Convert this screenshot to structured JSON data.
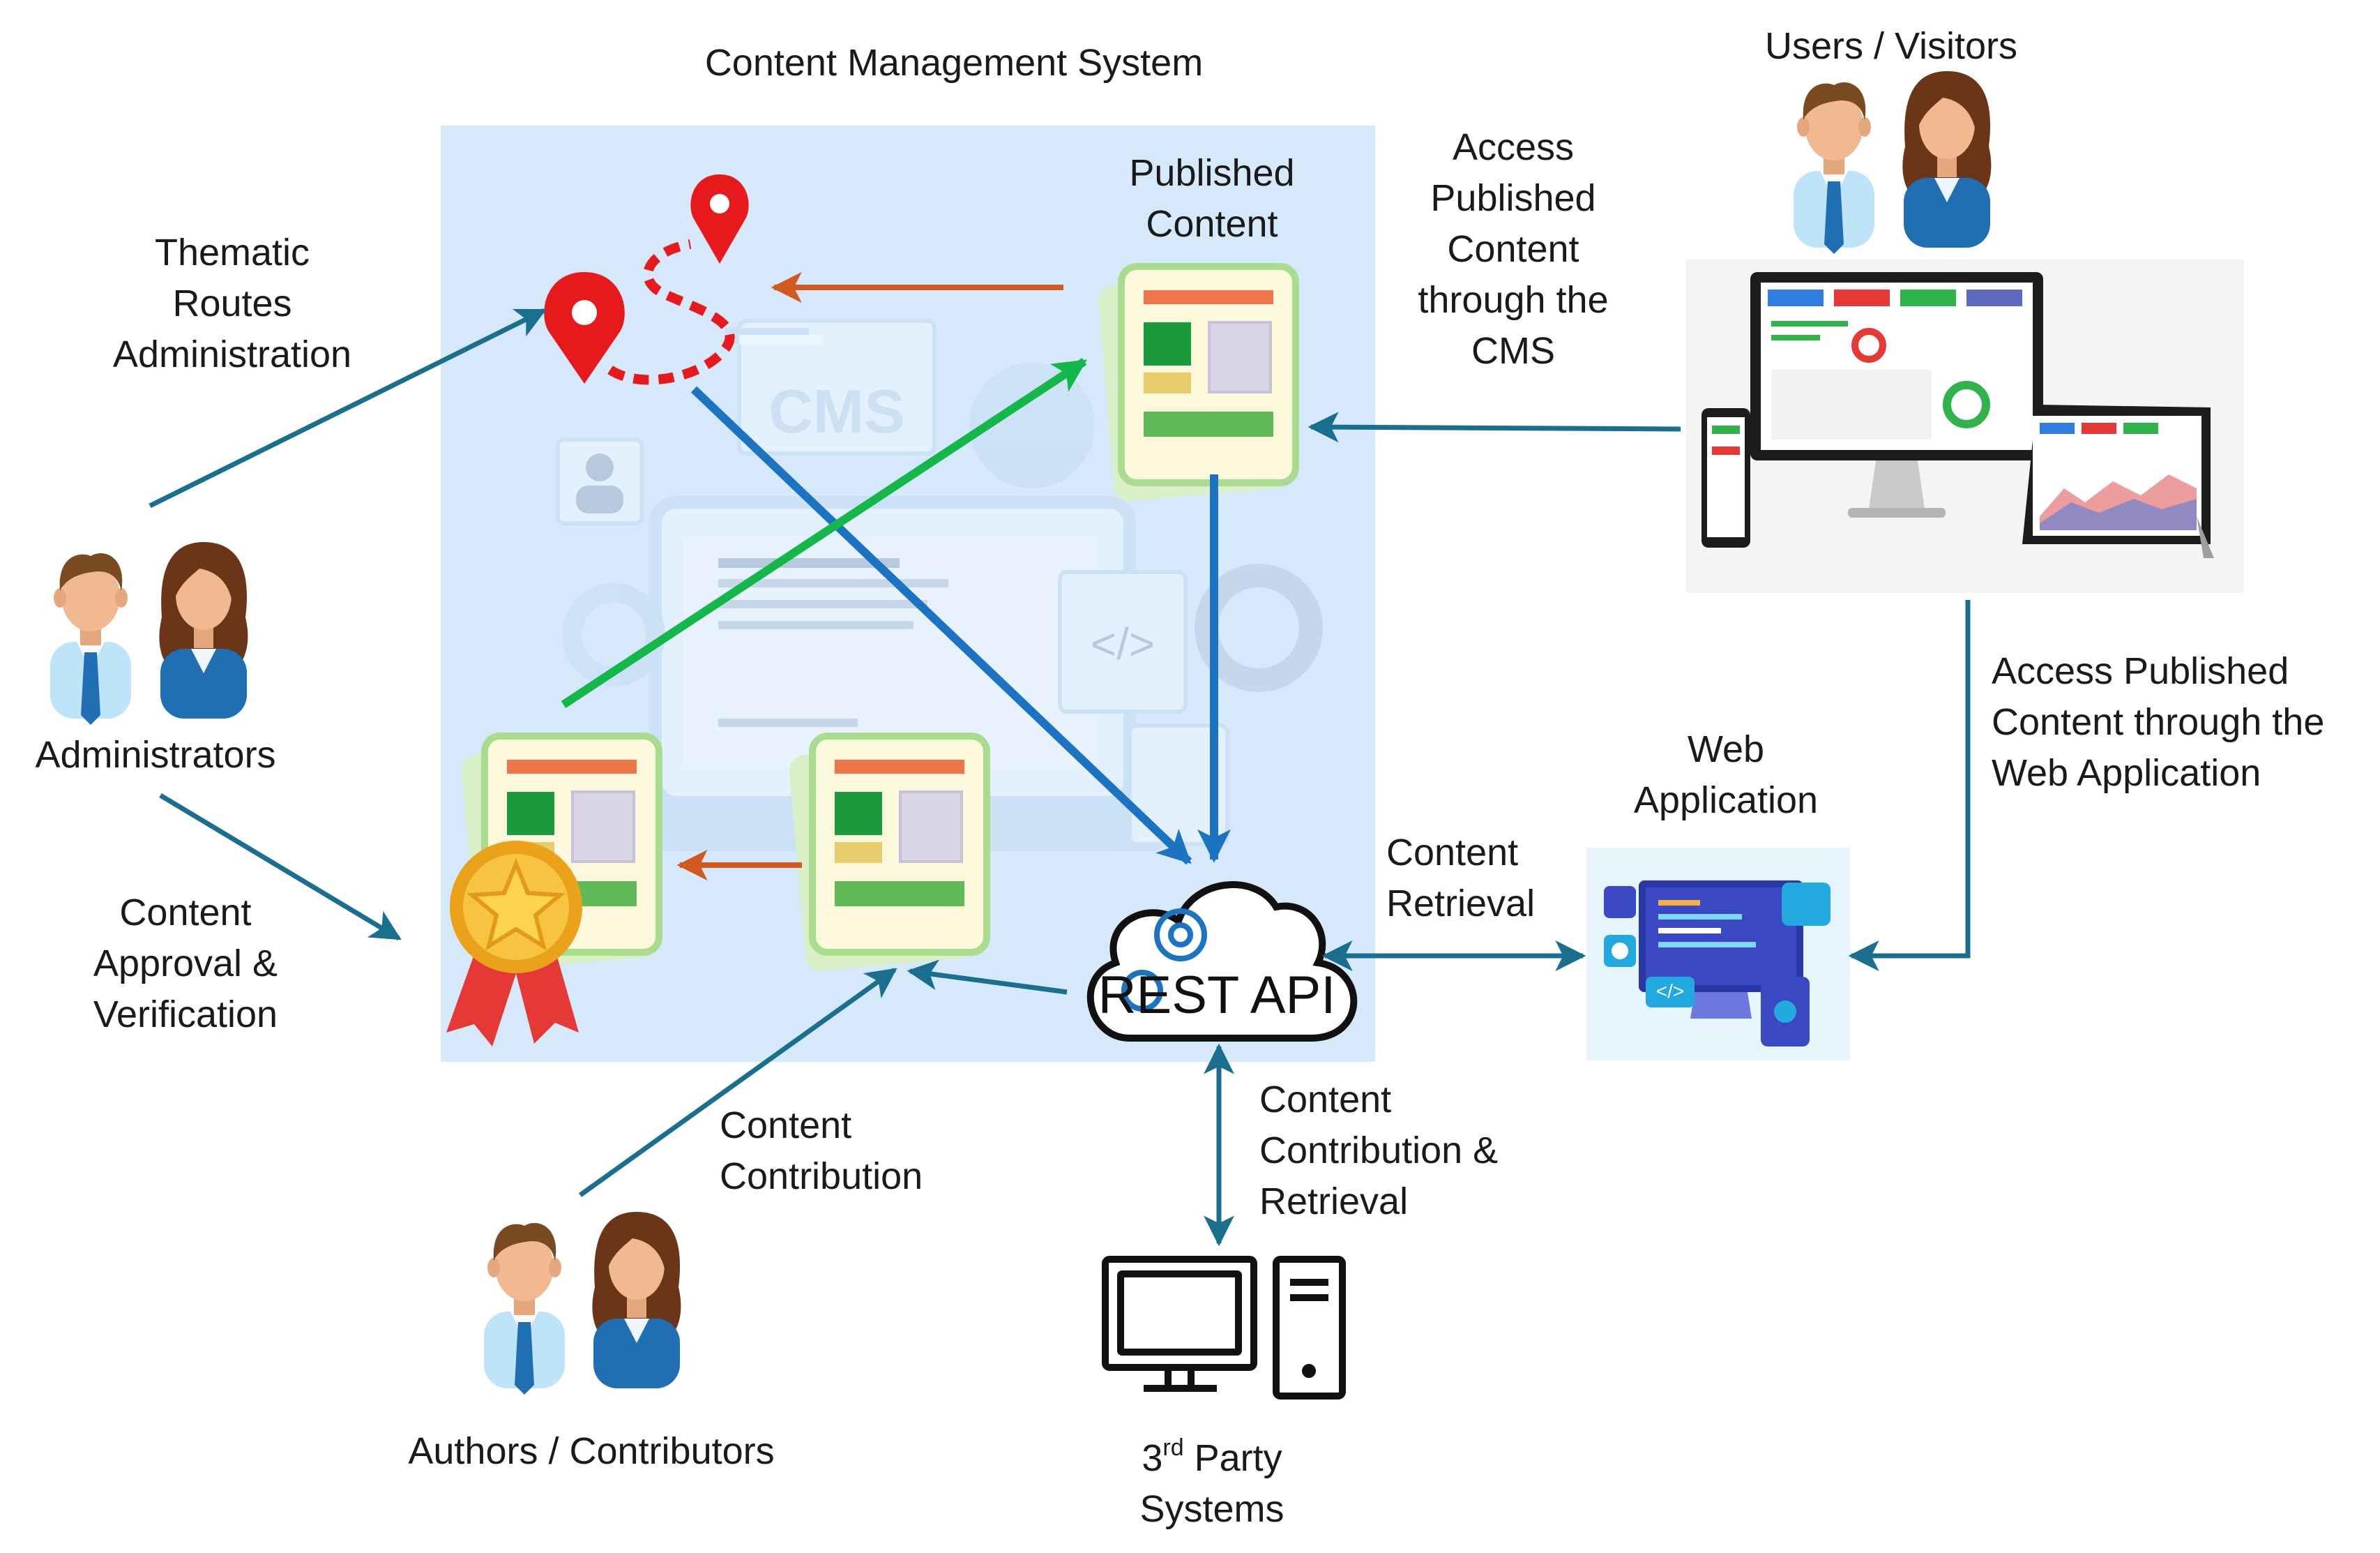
{
  "diagram": {
    "title": "Content Management System",
    "colors": {
      "arrow_teal": "#1a6e8e",
      "arrow_blue": "#1b73c2",
      "arrow_green": "#14b84a",
      "arrow_orange": "#d35a1f",
      "route_red": "#e8191c",
      "cms_panel": "#d6e9fb"
    },
    "actors": {
      "administrators": "Administrators",
      "authors": "Authors / Contributors",
      "users": "Users / Visitors",
      "third_party": {
        "line1_main": "3",
        "line1_sup": "rd",
        "line1_rest": " Party",
        "line2": "Systems"
      }
    },
    "components": {
      "published_content": [
        "Published",
        "Content"
      ],
      "rest_api": "REST API",
      "web_application": [
        "Web",
        "Application"
      ],
      "cms_watermark": "CMS",
      "code_icon": "</>"
    },
    "flows": {
      "thematic_routes": [
        "Thematic",
        "Routes",
        "Administration"
      ],
      "approval": [
        "Content",
        "Approval &",
        "Verification"
      ],
      "contribution": [
        "Content",
        "Contribution"
      ],
      "access_cms": [
        "Access",
        "Published",
        "Content",
        "through the",
        "CMS"
      ],
      "access_web": [
        "Access Published",
        "Content through the",
        "Web Application"
      ],
      "retrieval": [
        "Content",
        "Retrieval"
      ],
      "contribution_retrieval": [
        "Content",
        "Contribution &",
        "Retrieval"
      ]
    }
  }
}
